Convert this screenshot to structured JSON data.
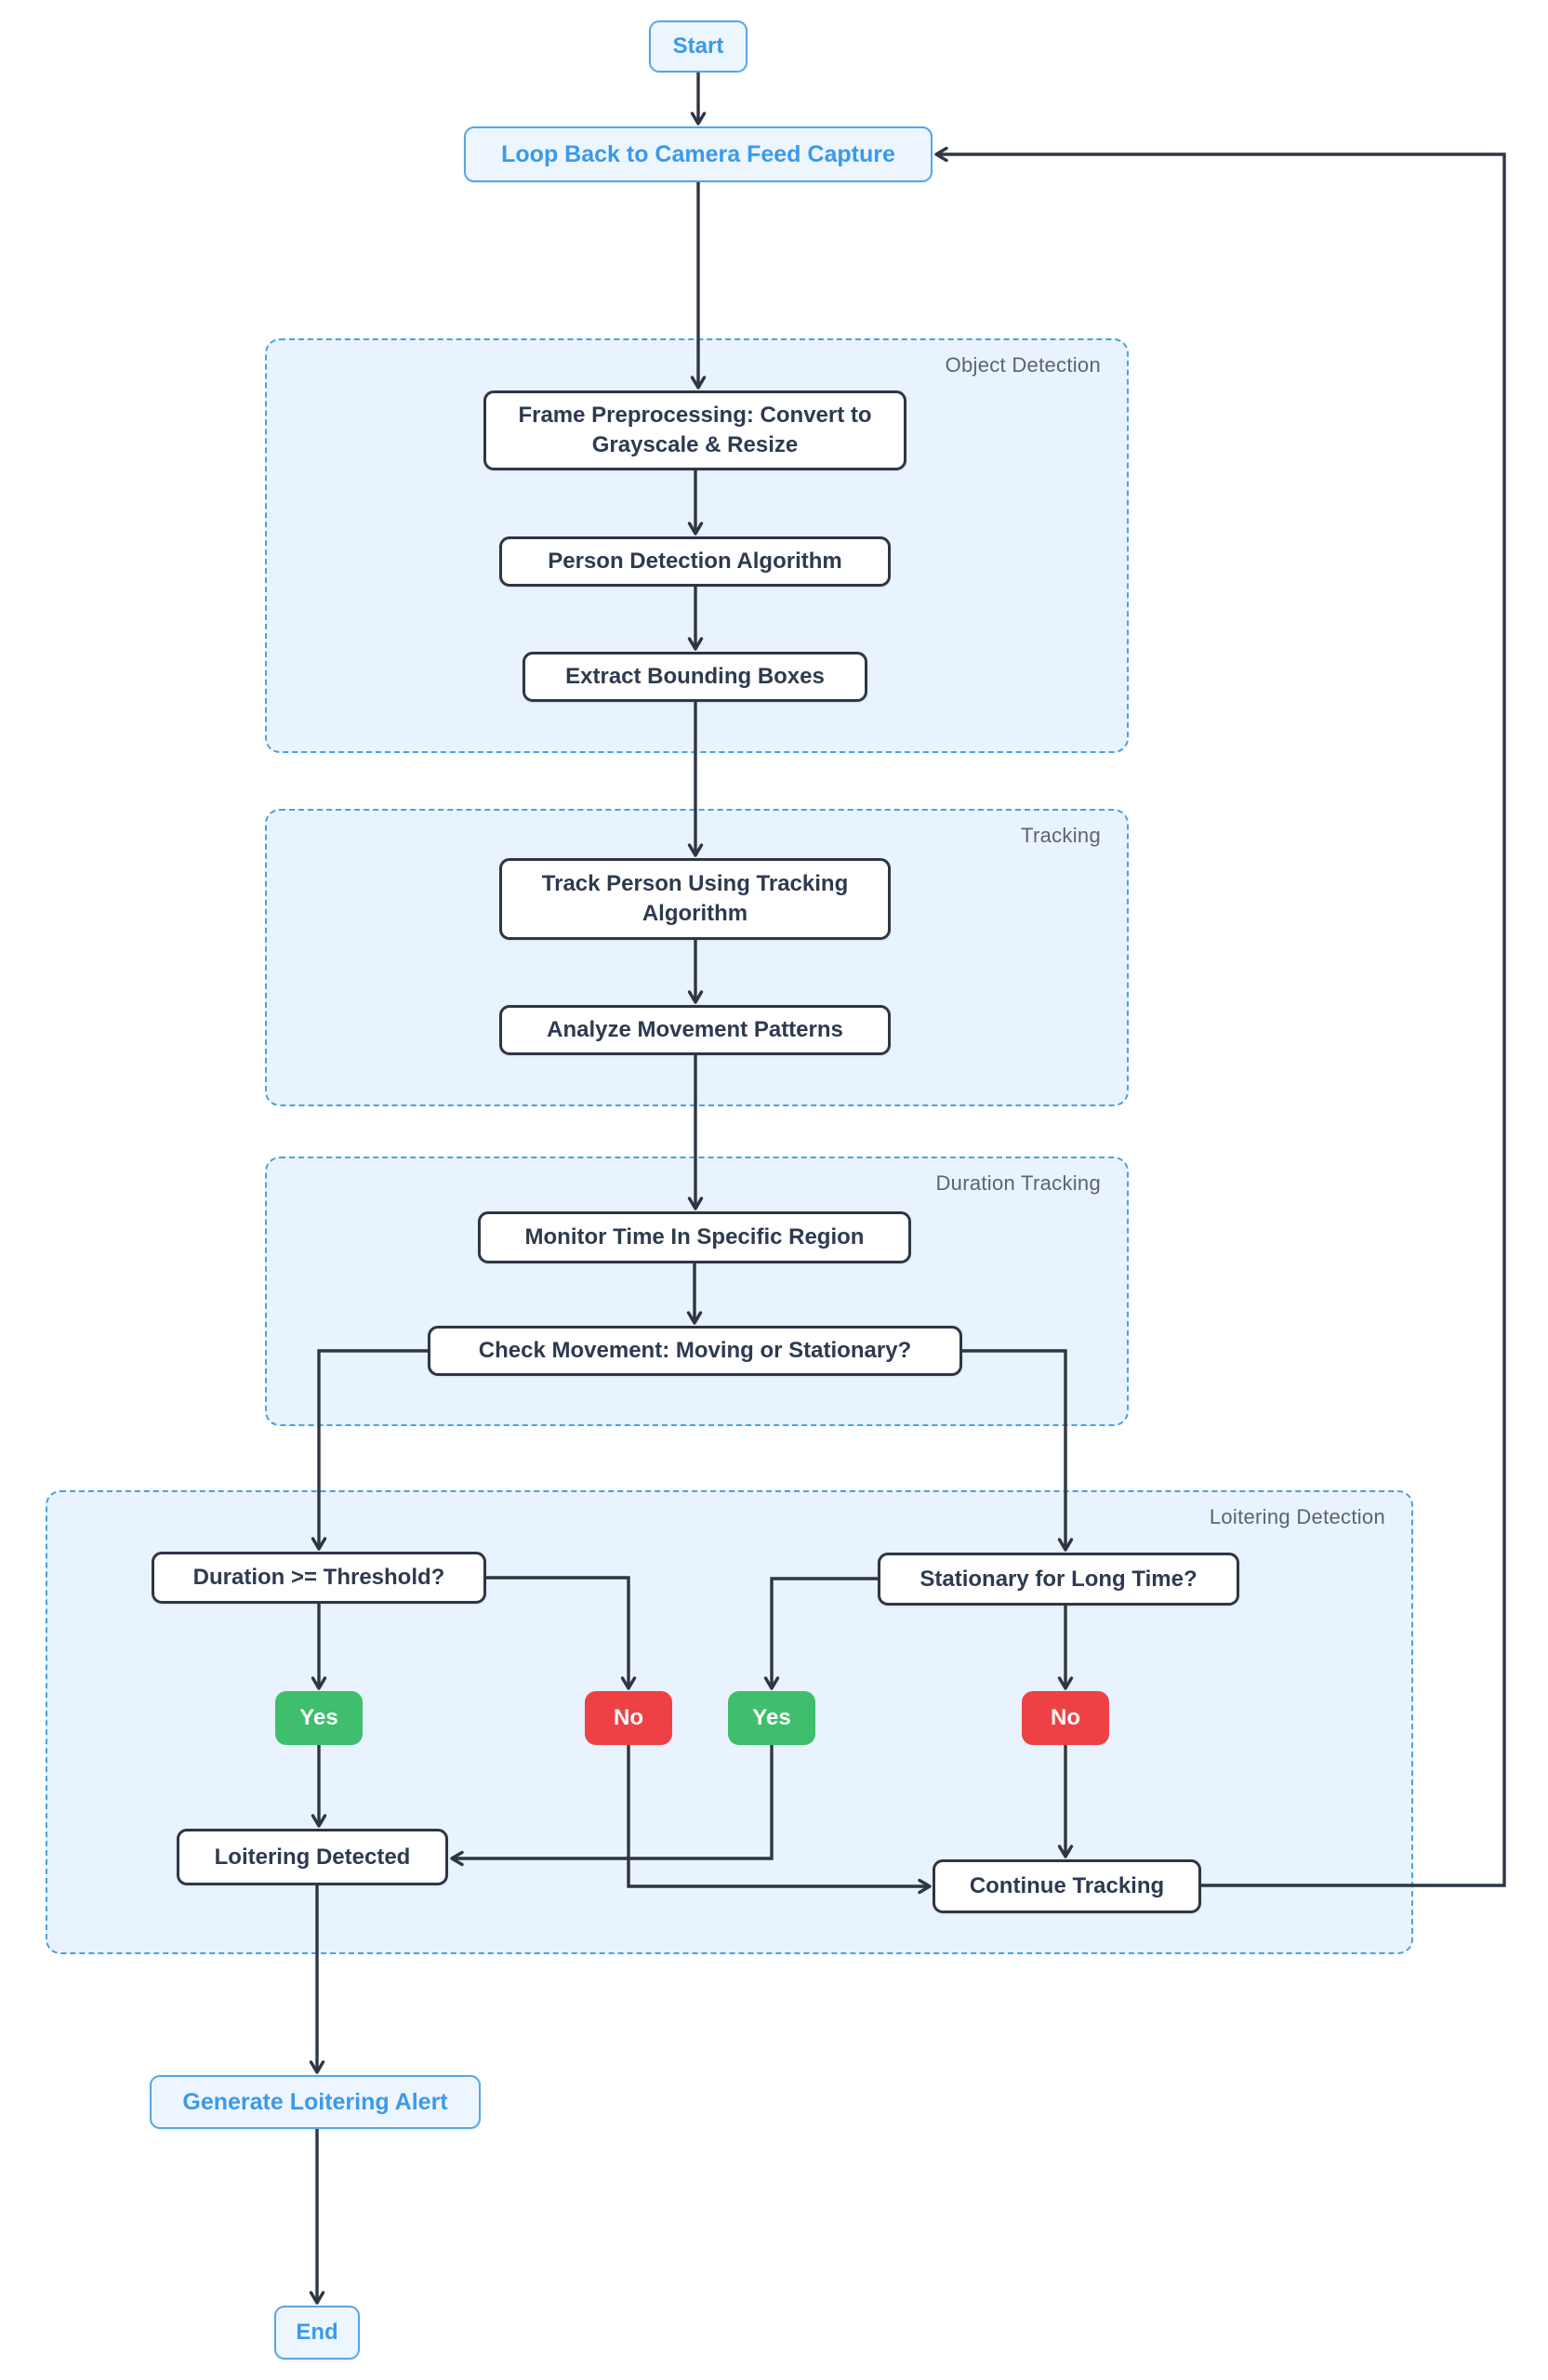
{
  "flowchart": {
    "nodes": {
      "start": "Start",
      "loop_back": "Loop Back to Camera Feed Capture",
      "frame_preprocessing": "Frame Preprocessing: Convert to Grayscale & Resize",
      "person_detection": "Person Detection Algorithm",
      "extract_bounding_boxes": "Extract Bounding Boxes",
      "track_person": "Track Person Using Tracking Algorithm",
      "analyze_movement": "Analyze Movement Patterns",
      "monitor_time": "Monitor Time In Specific Region",
      "check_movement": "Check Movement: Moving or Stationary?",
      "duration_threshold": "Duration >= Threshold?",
      "stationary_long_time": "Stationary for Long Time?",
      "duration_yes": "Yes",
      "duration_no": "No",
      "stationary_yes": "Yes",
      "stationary_no": "No",
      "loitering_detected": "Loitering Detected",
      "continue_tracking": "Continue Tracking",
      "generate_alert": "Generate Loitering Alert",
      "end": "End"
    },
    "groups": {
      "object_detection": "Object Detection",
      "tracking": "Tracking",
      "duration_tracking": "Duration Tracking",
      "loitering_detection": "Loitering Detection"
    },
    "colors": {
      "edge": "#2e3645",
      "node_border": "#2e3645",
      "node_text": "#2e3a50",
      "accent_blue_text": "#3b99ec",
      "accent_blue_border": "#55a6e9",
      "accent_blue_fill": "#edf6fe",
      "group_border": "#49a3dc",
      "group_fill": "#e9f3fd",
      "group_label": "#5d646e",
      "yes_green": "#3fbe6d",
      "no_red": "#ee4145",
      "badge_text": "#ffffff"
    }
  }
}
